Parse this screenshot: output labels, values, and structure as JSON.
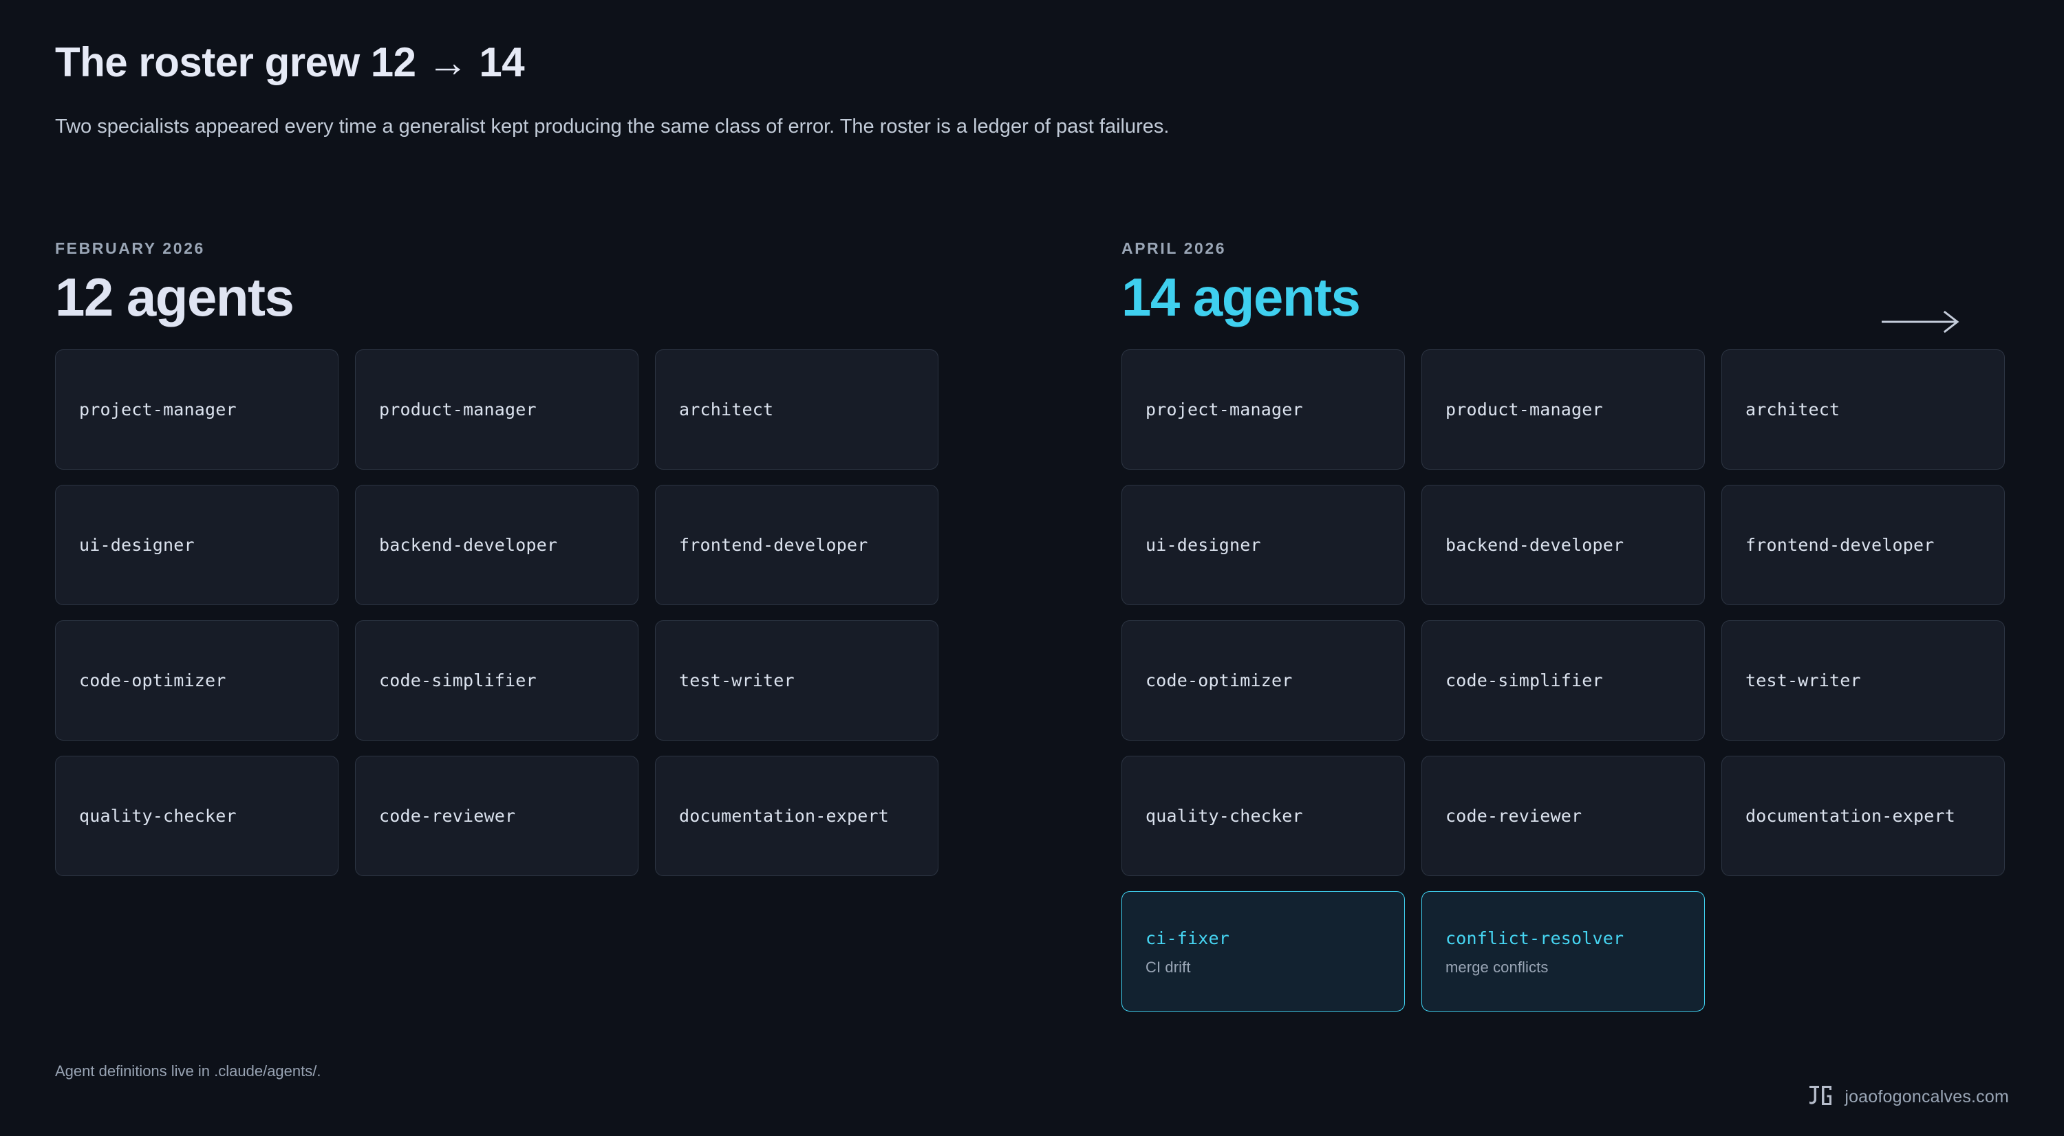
{
  "header": {
    "title": "The roster grew 12 → 14",
    "subtitle": "Two specialists appeared every time a generalist kept producing the same class of error. The roster is a ledger of past failures."
  },
  "transition_arrow_icon": "arrow-right-icon",
  "before": {
    "date_label": "FEBRUARY 2026",
    "count_label": "12 agents",
    "agents": [
      {
        "name": "project-manager",
        "note": "",
        "is_new": false
      },
      {
        "name": "product-manager",
        "note": "",
        "is_new": false
      },
      {
        "name": "architect",
        "note": "",
        "is_new": false
      },
      {
        "name": "ui-designer",
        "note": "",
        "is_new": false
      },
      {
        "name": "backend-developer",
        "note": "",
        "is_new": false
      },
      {
        "name": "frontend-developer",
        "note": "",
        "is_new": false
      },
      {
        "name": "code-optimizer",
        "note": "",
        "is_new": false
      },
      {
        "name": "code-simplifier",
        "note": "",
        "is_new": false
      },
      {
        "name": "test-writer",
        "note": "",
        "is_new": false
      },
      {
        "name": "quality-checker",
        "note": "",
        "is_new": false
      },
      {
        "name": "code-reviewer",
        "note": "",
        "is_new": false
      },
      {
        "name": "documentation-expert",
        "note": "",
        "is_new": false
      }
    ]
  },
  "after": {
    "date_label": "APRIL 2026",
    "count_label": "14 agents",
    "agents": [
      {
        "name": "project-manager",
        "note": "",
        "is_new": false
      },
      {
        "name": "product-manager",
        "note": "",
        "is_new": false
      },
      {
        "name": "architect",
        "note": "",
        "is_new": false
      },
      {
        "name": "ui-designer",
        "note": "",
        "is_new": false
      },
      {
        "name": "backend-developer",
        "note": "",
        "is_new": false
      },
      {
        "name": "frontend-developer",
        "note": "",
        "is_new": false
      },
      {
        "name": "code-optimizer",
        "note": "",
        "is_new": false
      },
      {
        "name": "code-simplifier",
        "note": "",
        "is_new": false
      },
      {
        "name": "test-writer",
        "note": "",
        "is_new": false
      },
      {
        "name": "quality-checker",
        "note": "",
        "is_new": false
      },
      {
        "name": "code-reviewer",
        "note": "",
        "is_new": false
      },
      {
        "name": "documentation-expert",
        "note": "",
        "is_new": false
      },
      {
        "name": "ci-fixer",
        "note": "CI drift",
        "is_new": true
      },
      {
        "name": "conflict-resolver",
        "note": "merge conflicts",
        "is_new": true
      }
    ]
  },
  "footer": {
    "note": "Agent definitions live in .claude/agents/.",
    "brand_mark": "jg-monogram-logo",
    "brand_text": "joaofogoncalves.com"
  },
  "colors": {
    "background": "#0d1119",
    "card_background": "#171c27",
    "card_border": "#2c3442",
    "accent": "#3fd0ef",
    "new_card_background": "#122230",
    "text_primary": "#dfe4f2",
    "text_muted": "#9aa6b6"
  }
}
